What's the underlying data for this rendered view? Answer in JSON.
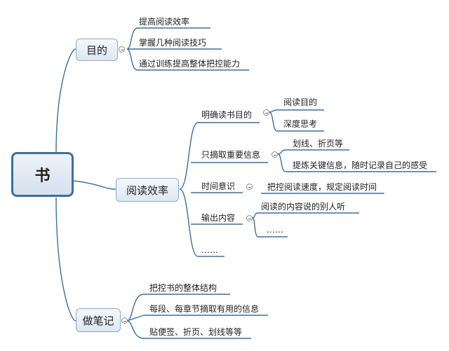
{
  "colors": {
    "line": "#3c6fa0",
    "node_border": "#8ea9c8",
    "root_border": "#3f6ea0"
  },
  "root": {
    "label": "书"
  },
  "branches": {
    "purpose": {
      "label": "目的",
      "items": [
        "提高阅读效率",
        "掌握几种阅读技巧",
        "通过训练提高整体把控能力"
      ]
    },
    "efficiency": {
      "label": "阅读效率",
      "sub": [
        {
          "label": "明确读书目的",
          "children": [
            "阅读目的",
            "深度思考"
          ]
        },
        {
          "label": "只摘取重要信息",
          "children": [
            "划线、折页等",
            "提炼关键信息，随时记录自己的感受"
          ]
        },
        {
          "label": "时间意识",
          "children": [
            "把控阅读速度，规定阅读时间"
          ]
        },
        {
          "label": "输出内容",
          "children": [
            "阅读的内容说的别人听",
            "……"
          ]
        },
        {
          "label": "……",
          "children": []
        }
      ]
    },
    "notes": {
      "label": "做笔记",
      "items": [
        "把控书的整体结构",
        "每段、每章节摘取有用的信息",
        "贴便签、折页、划线等等"
      ]
    }
  }
}
